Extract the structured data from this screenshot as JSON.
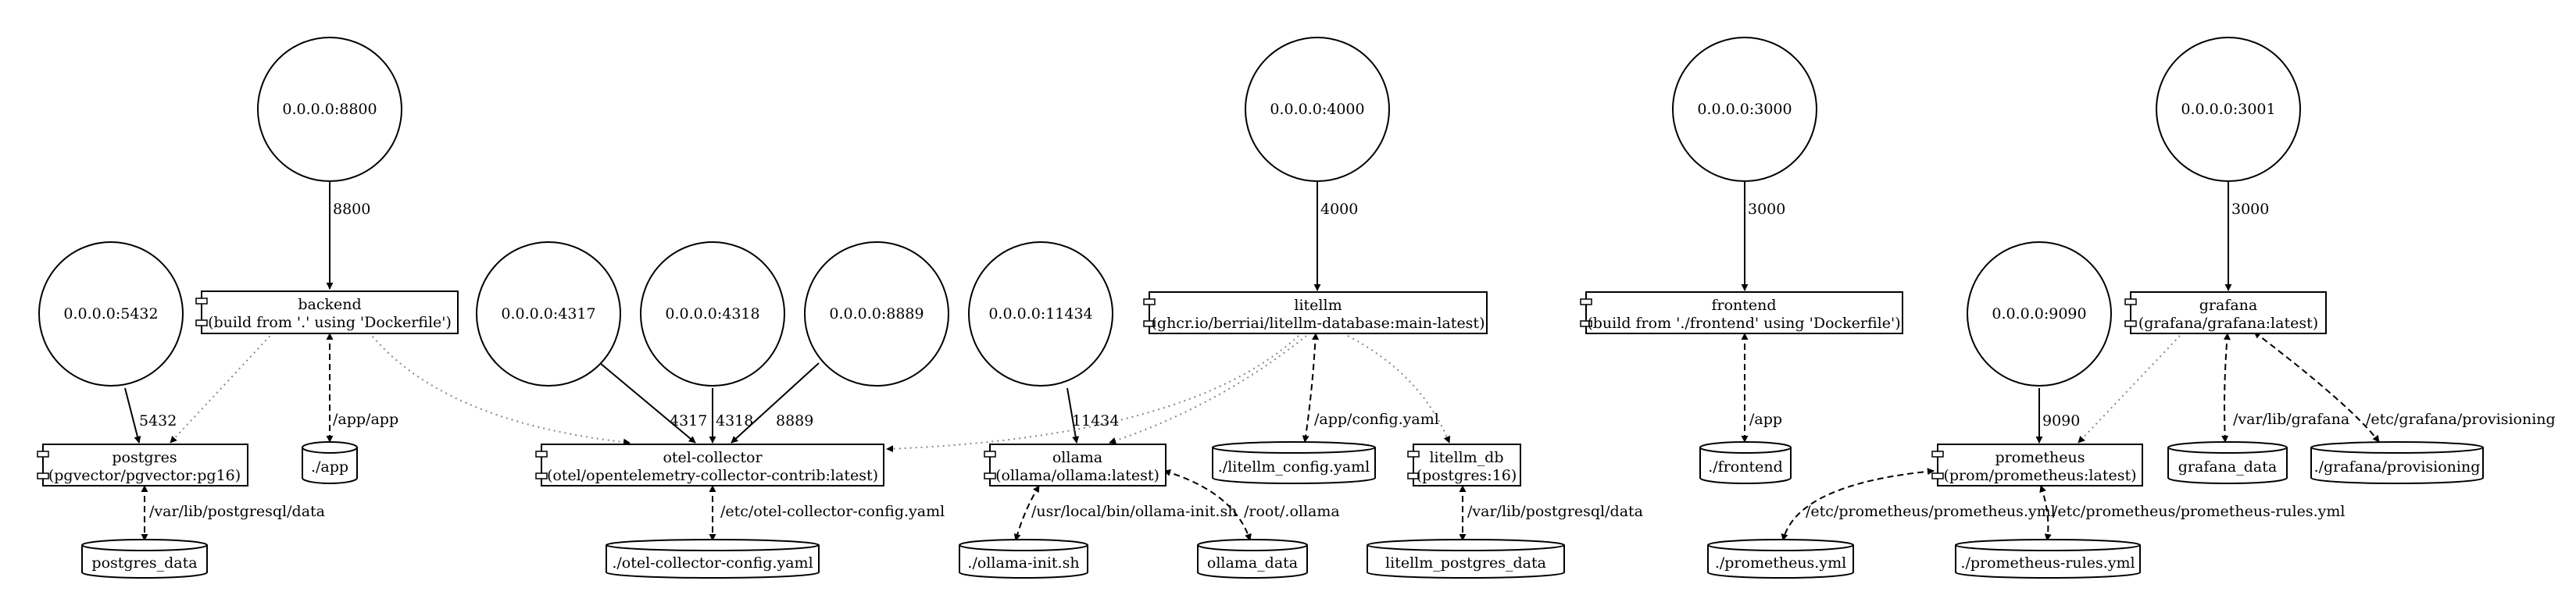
{
  "ports": [
    {
      "id": "p8800",
      "label": "0.0.0.0:8800"
    },
    {
      "id": "p5432",
      "label": "0.0.0.0:5432"
    },
    {
      "id": "p4317",
      "label": "0.0.0.0:4317"
    },
    {
      "id": "p4318",
      "label": "0.0.0.0:4318"
    },
    {
      "id": "p8889",
      "label": "0.0.0.0:8889"
    },
    {
      "id": "p11434",
      "label": "0.0.0.0:11434"
    },
    {
      "id": "p4000",
      "label": "0.0.0.0:4000"
    },
    {
      "id": "p3000",
      "label": "0.0.0.0:3000"
    },
    {
      "id": "p9090",
      "label": "0.0.0.0:9090"
    },
    {
      "id": "p3001",
      "label": "0.0.0.0:3001"
    }
  ],
  "services": [
    {
      "id": "backend",
      "name": "backend",
      "image": "(build from '.' using 'Dockerfile')"
    },
    {
      "id": "postgres",
      "name": "postgres",
      "image": "(pgvector/pgvector:pg16)"
    },
    {
      "id": "otel",
      "name": "otel-collector",
      "image": "(otel/opentelemetry-collector-contrib:latest)"
    },
    {
      "id": "ollama",
      "name": "ollama",
      "image": "(ollama/ollama:latest)"
    },
    {
      "id": "litellm",
      "name": "litellm",
      "image": "(ghcr.io/berriai/litellm-database:main-latest)"
    },
    {
      "id": "litellm_db",
      "name": "litellm_db",
      "image": "(postgres:16)"
    },
    {
      "id": "frontend",
      "name": "frontend",
      "image": "(build from './frontend' using 'Dockerfile')"
    },
    {
      "id": "prometheus",
      "name": "prometheus",
      "image": "(prom/prometheus:latest)"
    },
    {
      "id": "grafana",
      "name": "grafana",
      "image": "(grafana/grafana:latest)"
    }
  ],
  "volumes": [
    {
      "id": "app",
      "label": "./app"
    },
    {
      "id": "postgres_data",
      "label": "postgres_data"
    },
    {
      "id": "otel_cfg",
      "label": "./otel-collector-config.yaml"
    },
    {
      "id": "ollama_init",
      "label": "./ollama-init.sh"
    },
    {
      "id": "ollama_data",
      "label": "ollama_data"
    },
    {
      "id": "litellm_cfg",
      "label": "./litellm_config.yaml"
    },
    {
      "id": "litellm_pg",
      "label": "litellm_postgres_data"
    },
    {
      "id": "frontend_vol",
      "label": "./frontend"
    },
    {
      "id": "prom_yml",
      "label": "./prometheus.yml"
    },
    {
      "id": "prom_rules",
      "label": "./prometheus-rules.yml"
    },
    {
      "id": "grafana_data",
      "label": "grafana_data"
    },
    {
      "id": "grafana_prov",
      "label": "./grafana/provisioning"
    }
  ],
  "edge_labels": {
    "e8800": "8800",
    "e5432": "5432",
    "e4317": "4317",
    "e4318": "4318",
    "e8889": "8889",
    "e11434": "11434",
    "e4000": "4000",
    "e3000": "3000",
    "e9090": "9090",
    "e3001": "3000",
    "m_app": "/app/app",
    "m_pg": "/var/lib/postgresql/data",
    "m_otel": "/etc/otel-collector-config.yaml",
    "m_ollama_init": "/usr/local/bin/ollama-init.sh",
    "m_ollama_data": "/root/.ollama",
    "m_litellm_cfg": "/app/config.yaml",
    "m_litellm_pg": "/var/lib/postgresql/data",
    "m_frontend": "/app",
    "m_prom_yml": "/etc/prometheus/prometheus.yml",
    "m_prom_rules": "/etc/prometheus/prometheus-rules.yml",
    "m_grafana_data": "/var/lib/grafana",
    "m_grafana_prov": "/etc/grafana/provisioning"
  }
}
